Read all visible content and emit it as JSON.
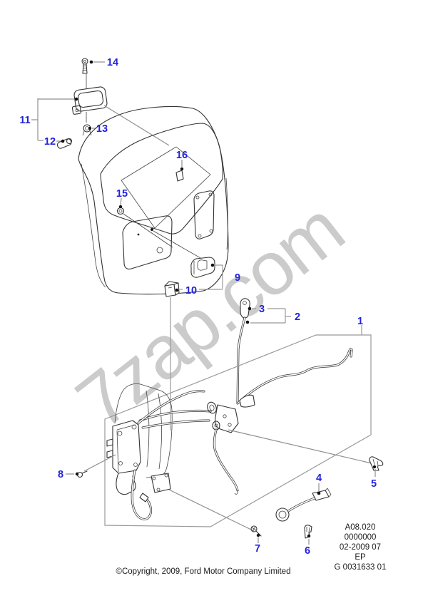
{
  "watermark": {
    "text": "7zap.com",
    "color": "#cbcbcb"
  },
  "callouts": {
    "c1": "1",
    "c2": "2",
    "c3": "3",
    "c4": "4",
    "c5": "5",
    "c6": "6",
    "c7": "7",
    "c8": "8",
    "c9": "9",
    "c10": "10",
    "c11": "11",
    "c12": "12",
    "c13": "13",
    "c14": "14",
    "c15": "15",
    "c16": "16"
  },
  "info_block": {
    "lines": [
      "A08.020",
      "0000000",
      "02-2009 07",
      "EP",
      "G 0031633 01"
    ]
  },
  "footer": {
    "copyright": "©Copyright, 2009, Ford Motor Company Limited"
  },
  "colors": {
    "callout": "#2222dd",
    "artline": "#333333",
    "leader": "#8f8f8f",
    "watermark": "#cbcbcb"
  }
}
